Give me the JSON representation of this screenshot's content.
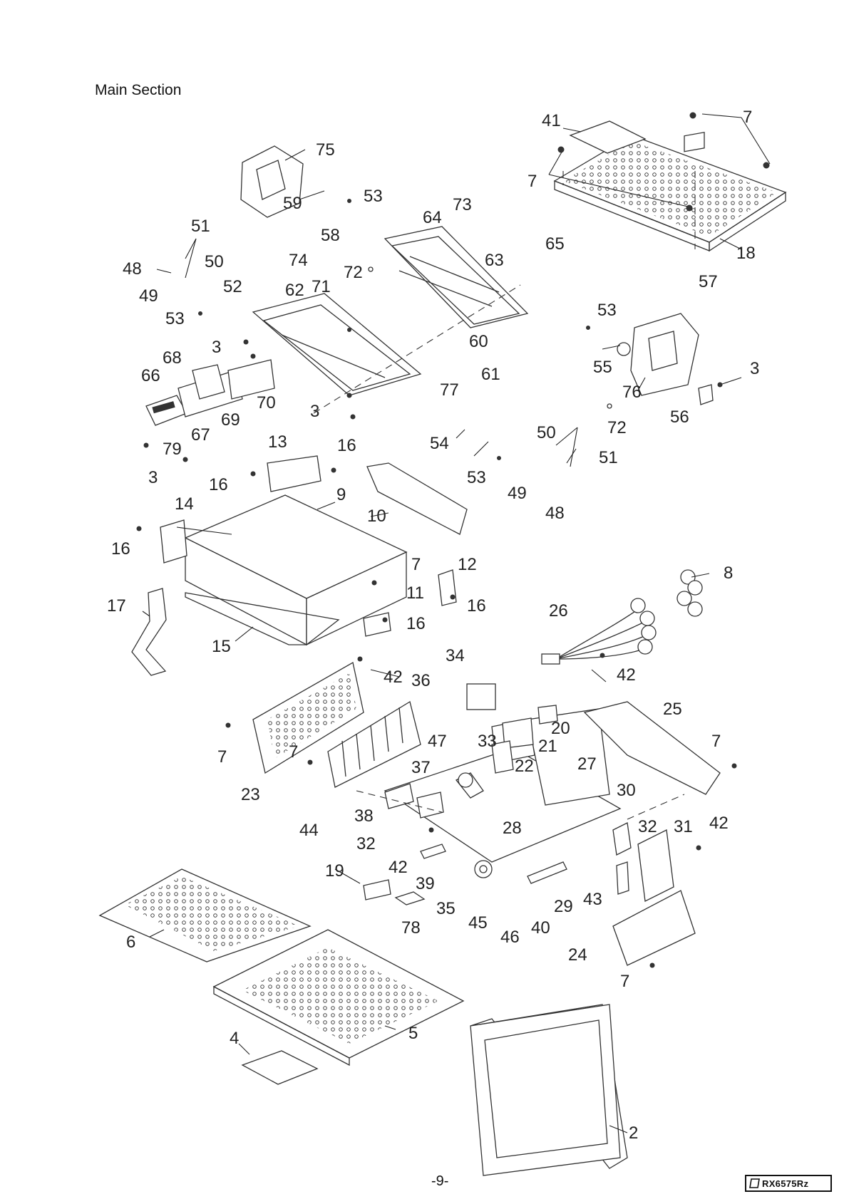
{
  "page": {
    "section_title": "Main Section",
    "page_number": "-9-",
    "model_code": "RX6575Rz",
    "logo": "brand-logo-icon"
  },
  "callouts": {
    "c2": "2",
    "c3a": "3",
    "c3b": "3",
    "c3c": "3",
    "c3d": "3",
    "c4": "4",
    "c5": "5",
    "c6": "6",
    "c7a": "7",
    "c7b": "7",
    "c7c": "7",
    "c7d": "7",
    "c7e": "7",
    "c7f": "7",
    "c7g": "7",
    "c8": "8",
    "c9": "9",
    "c10": "10",
    "c11": "11",
    "c12": "12",
    "c13": "13",
    "c14": "14",
    "c15": "15",
    "c16a": "16",
    "c16b": "16",
    "c16c": "16",
    "c16d": "16",
    "c16e": "16",
    "c17": "17",
    "c18": "18",
    "c19": "19",
    "c20": "20",
    "c21": "21",
    "c22": "22",
    "c23": "23",
    "c24": "24",
    "c25": "25",
    "c26": "26",
    "c27": "27",
    "c28": "28",
    "c29": "29",
    "c30": "30",
    "c31": "31",
    "c32a": "32",
    "c32b": "32",
    "c33": "33",
    "c34": "34",
    "c35": "35",
    "c36": "36",
    "c37": "37",
    "c38": "38",
    "c39": "39",
    "c40": "40",
    "c41": "41",
    "c42a": "42",
    "c42b": "42",
    "c42c": "42",
    "c42d": "42",
    "c43": "43",
    "c44": "44",
    "c45": "45",
    "c46": "46",
    "c47": "47",
    "c48a": "48",
    "c48b": "48",
    "c49a": "49",
    "c49b": "49",
    "c50a": "50",
    "c50b": "50",
    "c51a": "51",
    "c51b": "51",
    "c52": "52",
    "c53a": "53",
    "c53b": "53",
    "c53c": "53",
    "c53d": "53",
    "c54": "54",
    "c55": "55",
    "c56": "56",
    "c57": "57",
    "c58": "58",
    "c59": "59",
    "c60": "60",
    "c61": "61",
    "c62": "62",
    "c63": "63",
    "c64": "64",
    "c65": "65",
    "c66": "66",
    "c67": "67",
    "c68": "68",
    "c69": "69",
    "c70": "70",
    "c71": "71",
    "c72a": "72",
    "c72b": "72",
    "c73": "73",
    "c74": "74",
    "c75": "75",
    "c76": "76",
    "c77": "77",
    "c78": "78",
    "c79": "79"
  }
}
